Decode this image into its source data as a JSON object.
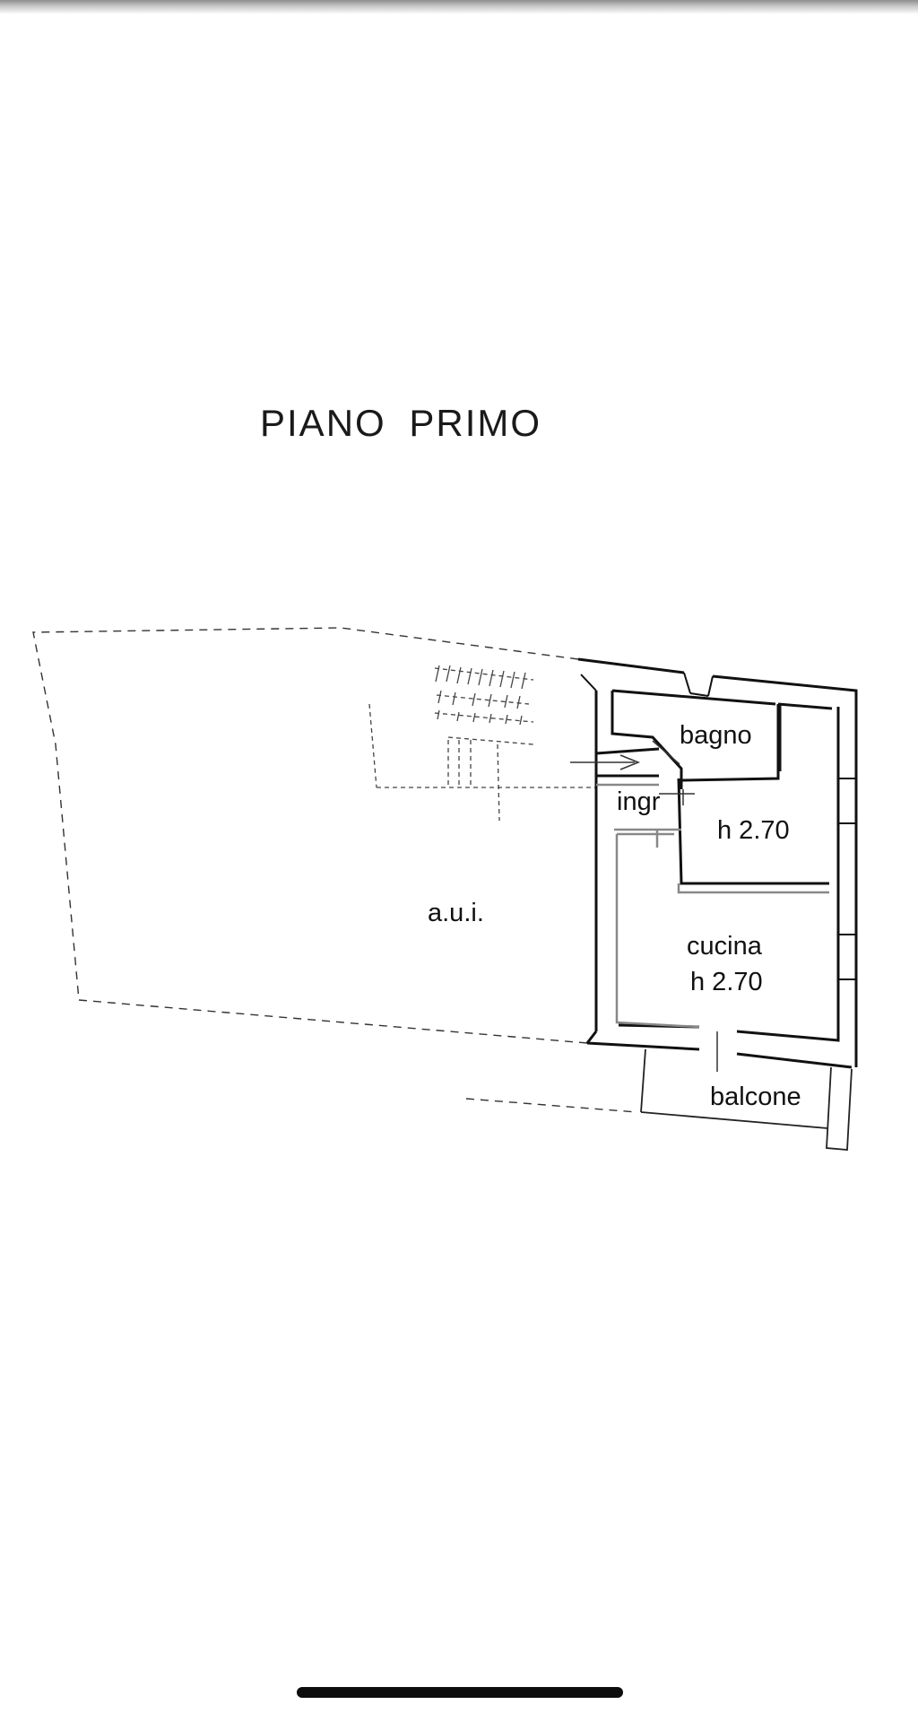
{
  "title": "PIANO  PRIMO",
  "rooms": {
    "bagno": "bagno",
    "ingresso": "ingr",
    "camera_height": "h 2.70",
    "cucina": "cucina",
    "cucina_height": "h 2.70",
    "aui": "a.u.i.",
    "balcone": "balcone"
  }
}
